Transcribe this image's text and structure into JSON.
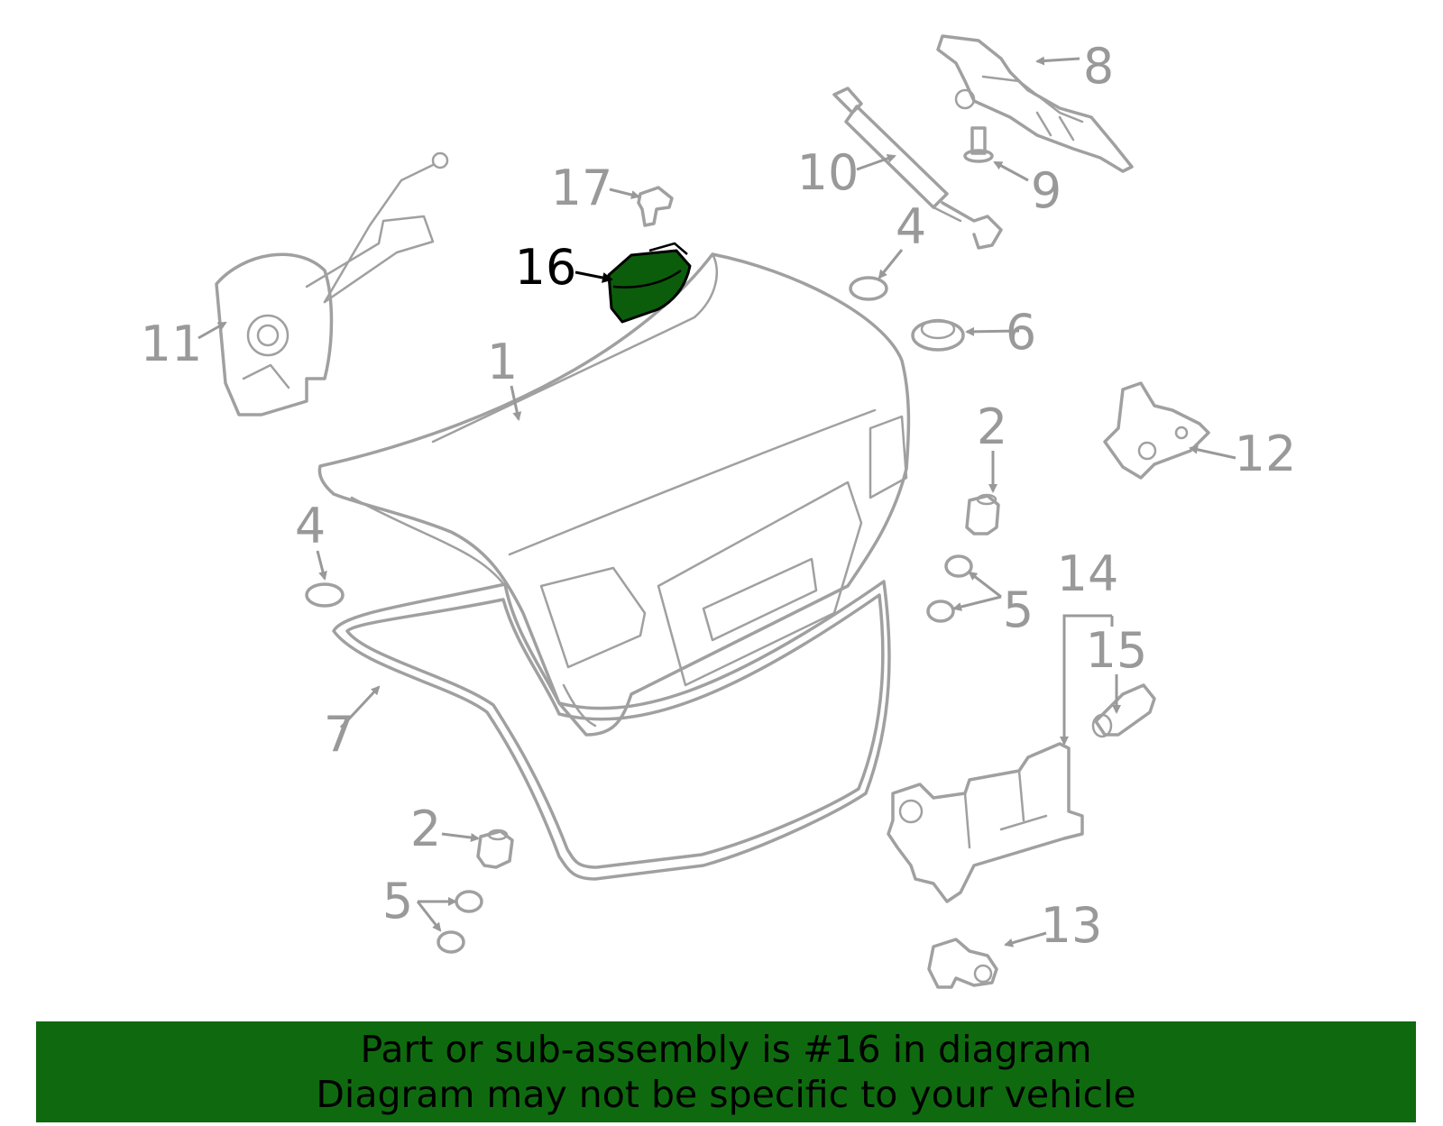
{
  "highlight_color": "#0f6a0f",
  "callouts": {
    "c1": "1",
    "c2a": "2",
    "c2b": "2",
    "c4a": "4",
    "c4b": "4",
    "c5a": "5",
    "c5b": "5",
    "c6": "6",
    "c7": "7",
    "c8": "8",
    "c9": "9",
    "c10": "10",
    "c11": "11",
    "c12": "12",
    "c13": "13",
    "c14": "14",
    "c15": "15",
    "c16": "16",
    "c17": "17"
  },
  "highlighted_part": "16",
  "banner": {
    "line1": "Part or sub-assembly is #16 in diagram",
    "line2": "Diagram may not be specific to your vehicle"
  }
}
